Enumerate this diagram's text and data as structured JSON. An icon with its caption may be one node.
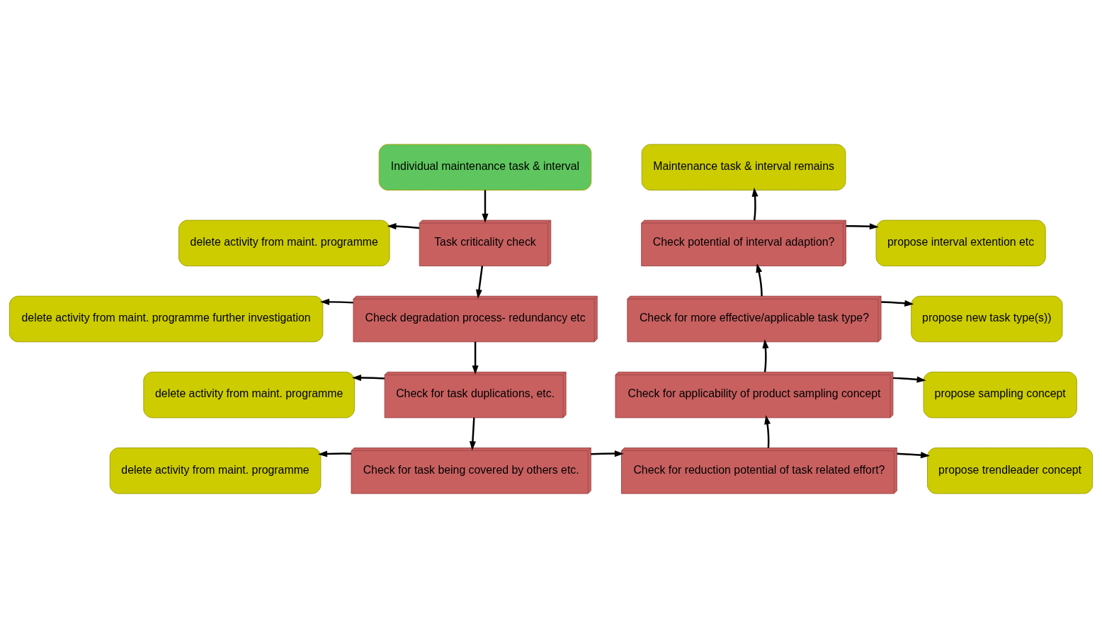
{
  "diagram": {
    "nodes": [
      {
        "text": [
          "Individual maintenance task & interval"
        ]
      },
      {
        "text": [
          "Task criticality check"
        ]
      },
      {
        "text": [
          "delete activity from maint. programme"
        ]
      },
      {
        "text": [
          "Check degradation process- redundancy etc"
        ]
      },
      {
        "text": [
          "delete activity from maint. programme further investigation"
        ]
      },
      {
        "text": [
          "Check for task duplications, etc."
        ]
      },
      {
        "text": [
          "delete activity from maint. programme"
        ]
      },
      {
        "text": [
          "Check for task being covered by others etc."
        ]
      },
      {
        "text": [
          "delete activity from maint. programme"
        ]
      },
      {
        "text": [
          "Check for reduction potential of task related effort?"
        ]
      },
      {
        "text": [
          "propose trendleader concept"
        ]
      },
      {
        "text": [
          "Check for applicability of product sampling concept"
        ]
      },
      {
        "text": [
          "propose sampling concept"
        ]
      },
      {
        "text": [
          "Check for more effective/applicable task type?"
        ]
      },
      {
        "text": [
          "propose new task type(s))"
        ]
      },
      {
        "text": [
          "Check potential of interval adaption?"
        ]
      },
      {
        "text": [
          "propose interval extention etc"
        ]
      },
      {
        "text": [
          "Maintenance task & interval remains"
        ]
      }
    ],
    "edges": [
      {
        "from": 0,
        "to": 1,
        "arrow": "to"
      },
      {
        "from": 1,
        "to": 2,
        "arrow": "to"
      },
      {
        "from": 1,
        "to": 3,
        "arrow": "to"
      },
      {
        "from": 3,
        "to": 4,
        "arrow": "to"
      },
      {
        "from": 3,
        "to": 5,
        "arrow": "to"
      },
      {
        "from": 5,
        "to": 6,
        "arrow": "to"
      },
      {
        "from": 5,
        "to": 7,
        "arrow": "to"
      },
      {
        "from": 7,
        "to": 8,
        "arrow": "to"
      },
      {
        "from": 7,
        "to": 9,
        "arrow": "to"
      },
      {
        "from": 9,
        "to": 10,
        "arrow": "to"
      },
      {
        "from": 9,
        "to": 11,
        "arrow": "to"
      },
      {
        "from": 11,
        "to": 12,
        "arrow": "to"
      },
      {
        "from": 11,
        "to": 13,
        "arrow": "to"
      },
      {
        "from": 13,
        "to": 14,
        "arrow": "to"
      },
      {
        "from": 13,
        "to": 15,
        "arrow": "to"
      },
      {
        "from": 15,
        "to": 16,
        "arrow": "to"
      },
      {
        "from": 15,
        "to": 17,
        "arrow": "to"
      }
    ]
  }
}
